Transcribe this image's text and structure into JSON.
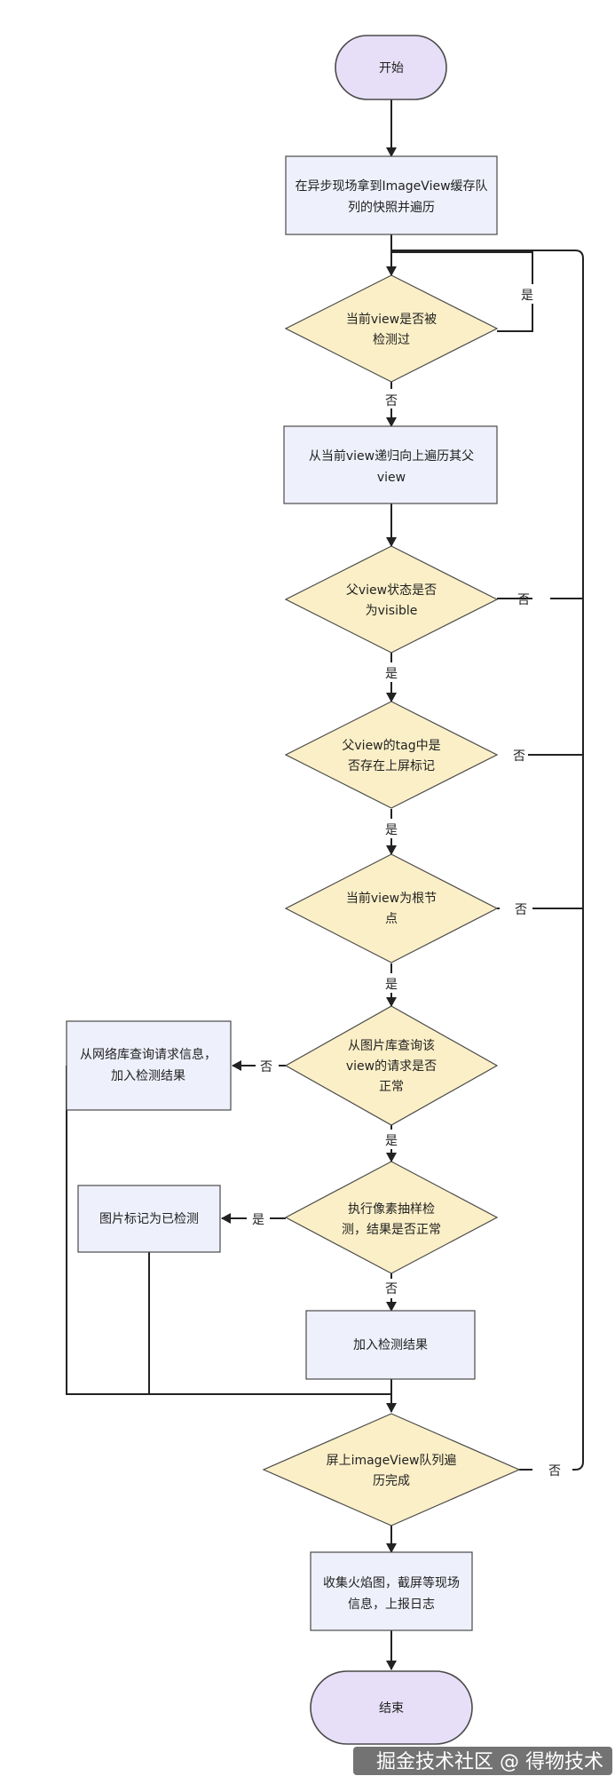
{
  "nodes": {
    "start": "开始",
    "snapshot": [
      "在异步现场拿到ImageView缓存队",
      "列的快照并遍历"
    ],
    "checked": [
      "当前view是否被",
      "检测过"
    ],
    "traverse_parent": [
      "从当前view递归向上遍历其父",
      "view"
    ],
    "parent_visible": [
      "父view状态是否",
      "为visible"
    ],
    "parent_tag": [
      "父view的tag中是",
      "否存在上屏标记"
    ],
    "is_root": [
      "当前view为根节",
      "点"
    ],
    "request_normal": [
      "从图片库查询该",
      "view的请求是否",
      "正常"
    ],
    "network_query": [
      "从网络库查询请求信息，",
      "加入检测结果"
    ],
    "pixel_sample": [
      "执行像素抽样检",
      "测，结果是否正常"
    ],
    "mark_checked": "图片标记为已检测",
    "add_result": "加入检测结果",
    "queue_done": [
      "屏上imageView队列遍",
      "历完成"
    ],
    "collect": [
      "收集火焰图，截屏等现场",
      "信息，上报日志"
    ],
    "end": "结束"
  },
  "edge_labels": {
    "yes": "是",
    "no": "否"
  },
  "watermark": "掘金技术社区 @ 得物技术",
  "colors": {
    "terminal_fill": "#e6dff7",
    "terminal_stroke": "#4a4a4a",
    "process_fill": "#eef0fb",
    "decision_fill": "#fbefc7",
    "line": "#222222"
  }
}
